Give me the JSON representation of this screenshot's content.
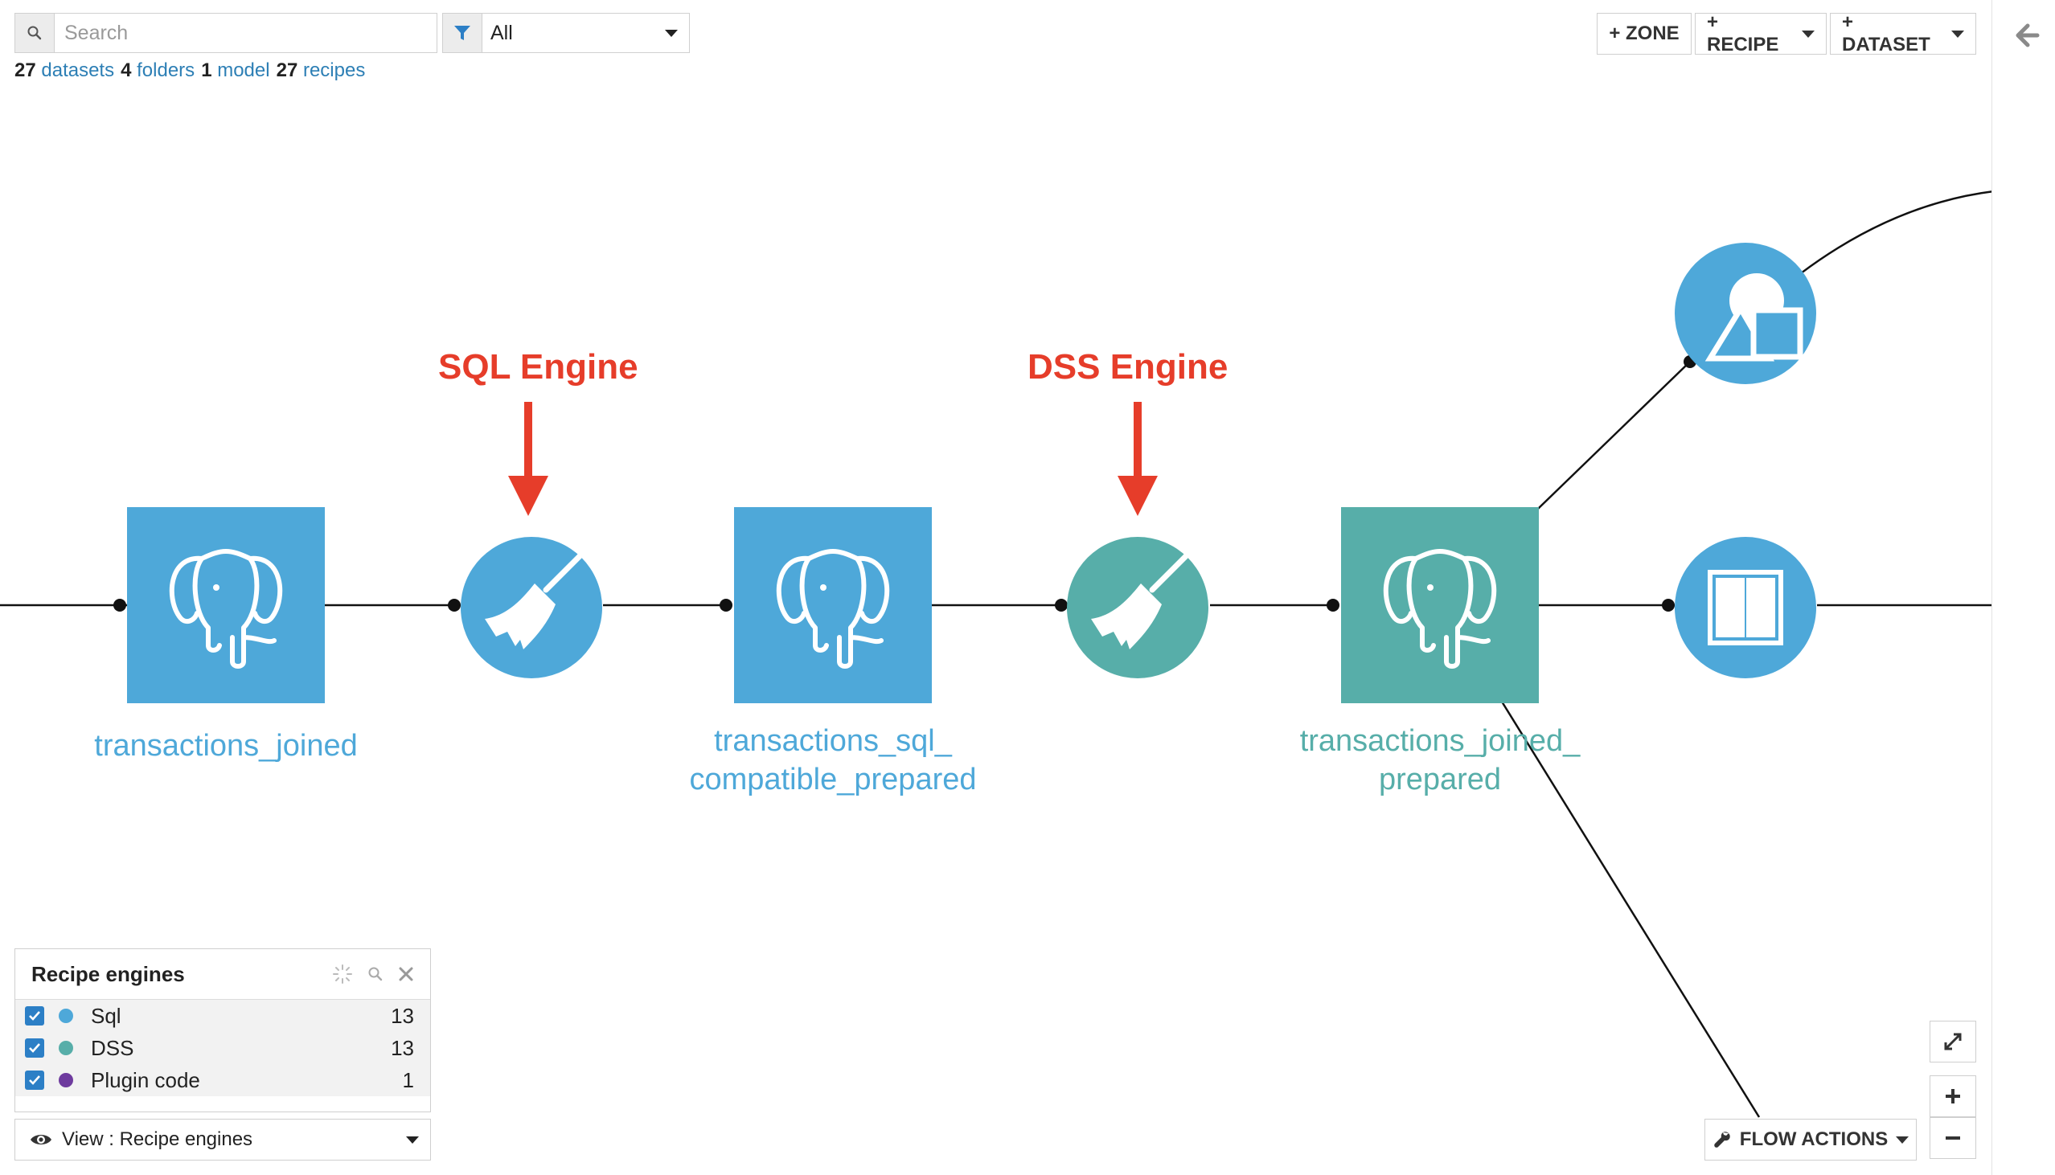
{
  "search": {
    "placeholder": "Search"
  },
  "filter": {
    "value": "All"
  },
  "counts": {
    "datasets_n": "27",
    "datasets_label": "datasets",
    "folders_n": "4",
    "folders_label": "folders",
    "models_n": "1",
    "models_label": "model",
    "recipes_n": "27",
    "recipes_label": "recipes"
  },
  "toolbar": {
    "zone": "+ ZONE",
    "recipe": "+ RECIPE",
    "dataset": "+ DATASET"
  },
  "annotations": {
    "sql": "SQL Engine",
    "dss": "DSS Engine"
  },
  "nodes": {
    "ds1_label": "transactions_joined",
    "ds2_label_l1": "transactions_sql_",
    "ds2_label_l2": "compatible_prepared",
    "ds3_label_l1": "transactions_joined_",
    "ds3_label_l2": "prepared"
  },
  "legend": {
    "title": "Recipe engines",
    "items": [
      {
        "name": "Sql",
        "count": "13",
        "color": "#4ea8d9"
      },
      {
        "name": "DSS",
        "count": "13",
        "color": "#57aea9"
      },
      {
        "name": "Plugin code",
        "count": "1",
        "color": "#6e3b9e"
      }
    ]
  },
  "view": {
    "label": "View : Recipe engines"
  },
  "flow_actions": {
    "label": "FLOW ACTIONS"
  },
  "colors": {
    "sql_blue": "#4ea8d9",
    "dss_teal": "#57aea9",
    "annotation_red": "#e63d2a",
    "link_blue": "#2d7fb5"
  }
}
